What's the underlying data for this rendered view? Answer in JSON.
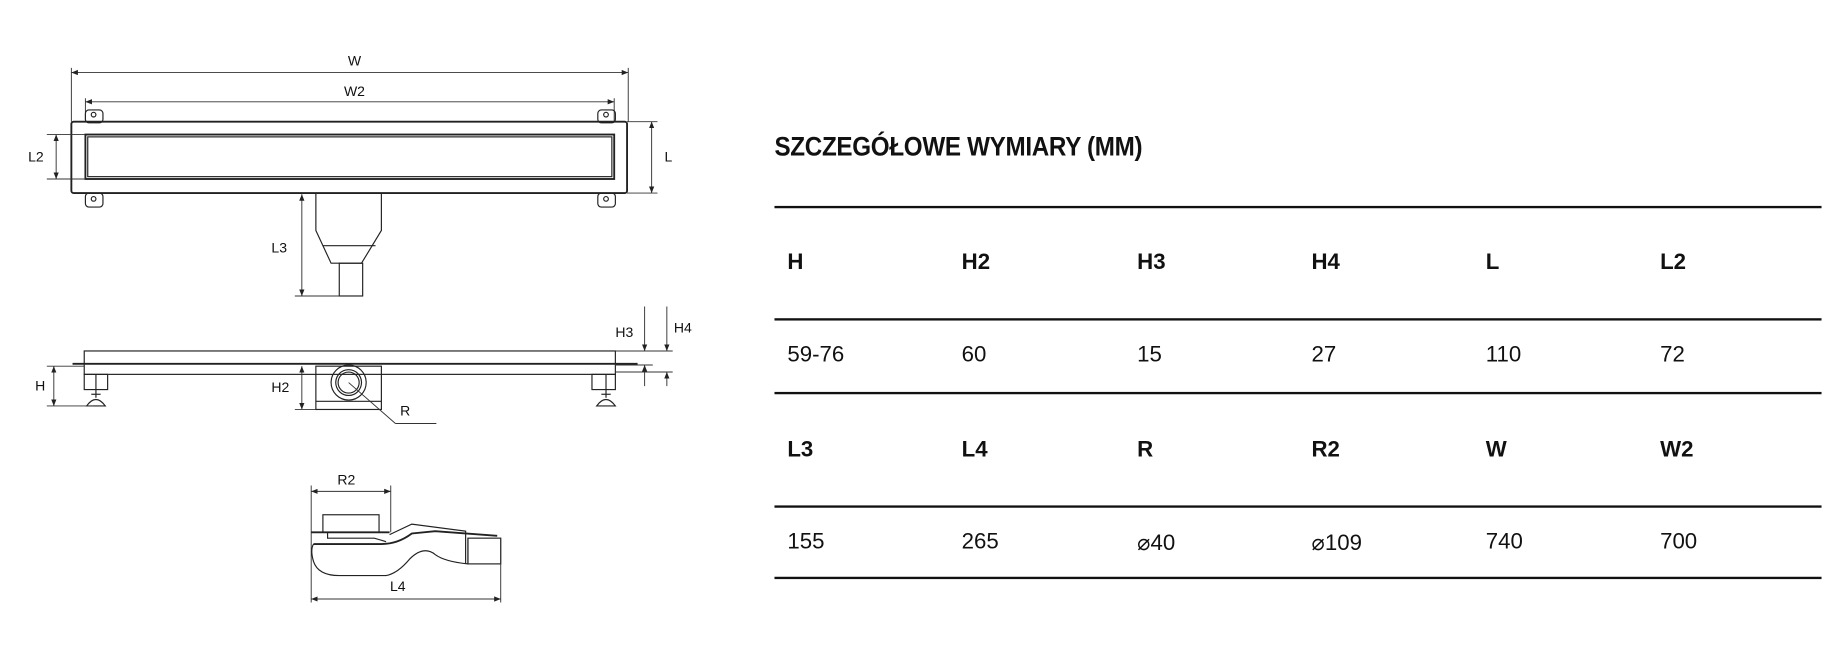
{
  "drawing": {
    "labels": {
      "W": "W",
      "W2": "W2",
      "L": "L",
      "L2": "L2",
      "L3": "L3",
      "H": "H",
      "H2": "H2",
      "H3": "H3",
      "H4": "H4",
      "R": "R",
      "R2": "R2",
      "L4": "L4"
    }
  },
  "table": {
    "title": "SZCZEGÓŁOWE WYMIARY (MM)",
    "rows": [
      {
        "headers": [
          "H",
          "H2",
          "H3",
          "H4",
          "L",
          "L2"
        ],
        "values": [
          "59-76",
          "60",
          "15",
          "27",
          "110",
          "72"
        ]
      },
      {
        "headers": [
          "L3",
          "L4",
          "R",
          "R2",
          "W",
          "W2"
        ],
        "values": [
          "155",
          "265",
          "⌀40",
          "⌀109",
          "740",
          "700"
        ]
      }
    ]
  }
}
